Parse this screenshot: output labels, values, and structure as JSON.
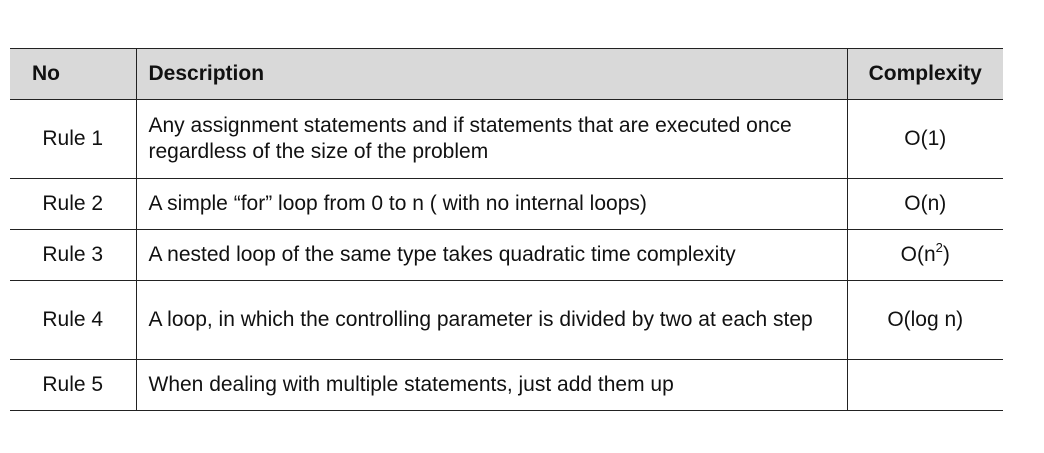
{
  "table": {
    "headers": {
      "no": "No",
      "description": "Description",
      "complexity": "Complexity"
    },
    "rows": [
      {
        "no": "Rule 1",
        "description": "Any assignment statements and if statements that are executed once regardless of the size of the problem",
        "complexity": "O(1)"
      },
      {
        "no": "Rule 2",
        "description": "A simple “for” loop from 0 to n ( with no internal loops)",
        "complexity": "O(n)"
      },
      {
        "no": "Rule 3",
        "description": "A nested loop of the same type takes quadratic time complexity",
        "complexity_base": "O(n",
        "complexity_exp": "2",
        "complexity_close": ")"
      },
      {
        "no": "Rule 4",
        "description": "A loop, in which the controlling parameter is divided by two at each step",
        "complexity": "O(log n)"
      },
      {
        "no": "Rule 5",
        "description": "When dealing with multiple statements, just add them up",
        "complexity": ""
      }
    ]
  }
}
